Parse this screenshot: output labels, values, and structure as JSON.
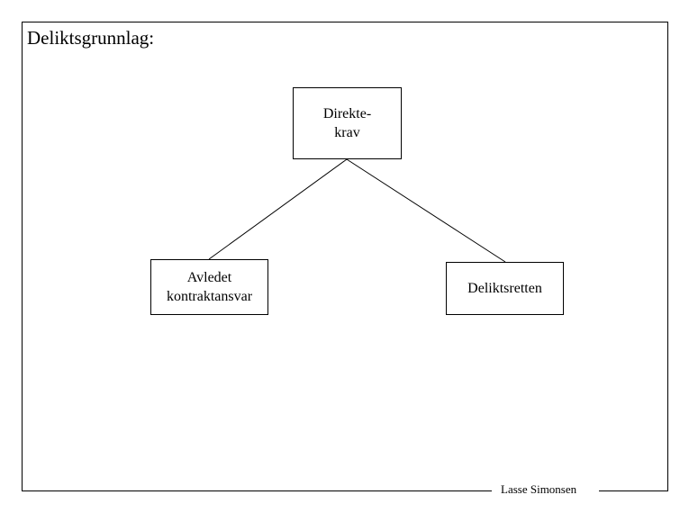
{
  "slide": {
    "title": "Deliktsgrunnlag:",
    "background_color": "#ffffff",
    "line_color": "#000000",
    "footer": {
      "author": "Lasse Simonsen"
    }
  },
  "diagram": {
    "type": "tree",
    "nodes": [
      {
        "id": "direktekrav",
        "label": "Direkte-\nkrav",
        "role": "root"
      },
      {
        "id": "avledet-kontraktansvar",
        "label": "Avledet\nkontraktansvar",
        "role": "child"
      },
      {
        "id": "deliktsretten",
        "label": "Deliktsretten",
        "role": "child"
      }
    ],
    "edges": [
      {
        "from": "direktekrav",
        "to": "avledet-kontraktansvar"
      },
      {
        "from": "direktekrav",
        "to": "deliktsretten"
      }
    ]
  }
}
